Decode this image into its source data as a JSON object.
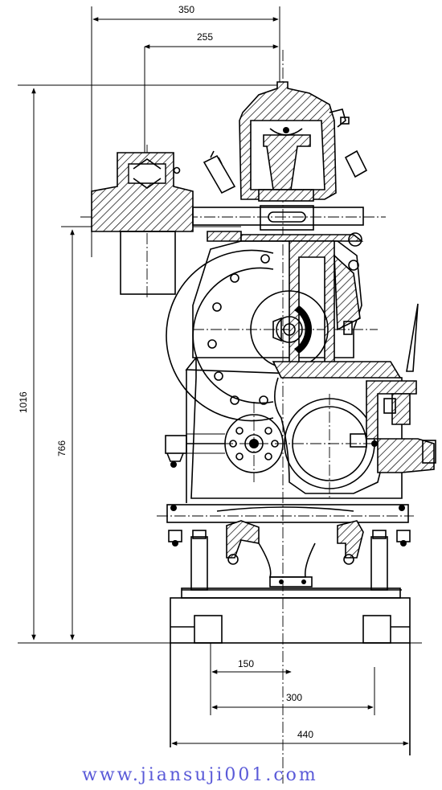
{
  "dimensions": {
    "top_overall": "350",
    "top_inner": "255",
    "height_overall": "1016",
    "height_mid": "766",
    "bottom_small": "150",
    "bottom_mid": "300",
    "bottom_overall": "440"
  },
  "watermark": "www.jiansuji001.com",
  "colors": {
    "line": "#000000",
    "watermark": "#5a5ad8",
    "background": "#ffffff"
  }
}
